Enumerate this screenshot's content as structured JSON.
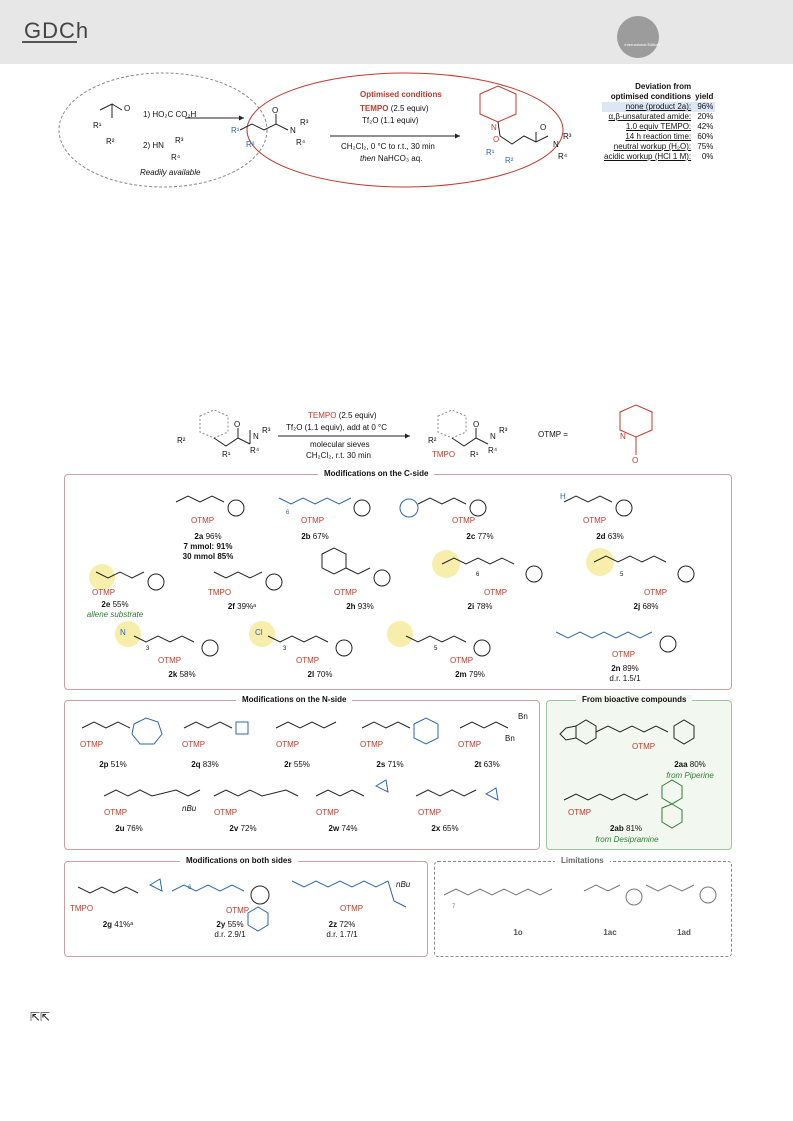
{
  "header": {
    "logo": "GDCh",
    "badge": "International Edition"
  },
  "scheme1": {
    "step1": "1) HO₂C CO₂H",
    "step2": "2) HN",
    "amine_r3": "R³",
    "amine_r4": "R⁴",
    "readily": "Readily available",
    "opt_title": "Optimised conditions",
    "tempo": "TEMPO",
    "tempo_eq": "(2.5 equiv)",
    "tf2o": "Tf₂O (1.1 equiv)",
    "solvent": "CH₂Cl₂, 0 °C to r.t., 30 min",
    "then": "then",
    "workup": "NaHCO₃ aq.",
    "r1": "R¹",
    "r2": "R²",
    "r3": "R³",
    "r4": "R⁴",
    "o": "O",
    "n": "N",
    "deviation": {
      "title1": "Deviation from",
      "title2": "optimised conditions",
      "yield": "yield",
      "rows": [
        {
          "label": "none (product 2a):",
          "value": "96%"
        },
        {
          "label": "α,β-unsaturated amide:",
          "value": "20%"
        },
        {
          "label": "1.0 equiv TEMPO:",
          "value": "42%"
        },
        {
          "label": "14 h reaction time:",
          "value": "60%"
        },
        {
          "label": "neutral workup (H₂O):",
          "value": "75%"
        },
        {
          "label": "acidic workup (HCl 1 M):",
          "value": "0%"
        }
      ]
    }
  },
  "scheme2": {
    "cond1_tempo": "TEMPO",
    "cond1_rest": "(2.5 equiv)",
    "cond2": "Tf₂O (1.1 equiv), add at 0 °C",
    "cond3": "molecular sieves",
    "cond4": "CH₂Cl₂, r.t. 30 min",
    "otmp_eq": "OTMP =",
    "tmpo": "TMPO",
    "r1": "R¹",
    "r2": "R²",
    "r3": "R³",
    "r4": "R⁴",
    "o": "O",
    "n": "N"
  },
  "sections": {
    "c_side": "Modifications on the C-side",
    "n_side": "Modifications on the N-side",
    "bioactive": "From bioactive compounds",
    "both": "Modifications on both sides",
    "limitations": "Limitations"
  },
  "compounds": {
    "c2a": {
      "id": "2a",
      "y": "96%",
      "l2": "7 mmol: 91%",
      "l3": "30 mmol 85%"
    },
    "c2b": {
      "id": "2b",
      "y": "67%"
    },
    "c2c": {
      "id": "2c",
      "y": "77%"
    },
    "c2d": {
      "id": "2d",
      "y": "63%"
    },
    "c2e": {
      "id": "2e",
      "y": "55%",
      "note": "allene substrate"
    },
    "c2f": {
      "id": "2f",
      "y": "39%ᵃ"
    },
    "c2h": {
      "id": "2h",
      "y": "93%"
    },
    "c2i": {
      "id": "2i",
      "y": "78%"
    },
    "c2j": {
      "id": "2j",
      "y": "68%"
    },
    "c2k": {
      "id": "2k",
      "y": "58%"
    },
    "c2l": {
      "id": "2l",
      "y": "70%"
    },
    "c2m": {
      "id": "2m",
      "y": "79%"
    },
    "c2n": {
      "id": "2n",
      "y": "89%",
      "dr": "d.r. 1.5/1"
    },
    "c2p": {
      "id": "2p",
      "y": "51%"
    },
    "c2q": {
      "id": "2q",
      "y": "83%"
    },
    "c2r": {
      "id": "2r",
      "y": "55%"
    },
    "c2s": {
      "id": "2s",
      "y": "71%"
    },
    "c2t": {
      "id": "2t",
      "y": "63%"
    },
    "c2u": {
      "id": "2u",
      "y": "76%"
    },
    "c2v": {
      "id": "2v",
      "y": "72%"
    },
    "c2w": {
      "id": "2w",
      "y": "74%"
    },
    "c2x": {
      "id": "2x",
      "y": "65%"
    },
    "c2aa": {
      "id": "2aa",
      "y": "80%",
      "from": "from Piperine"
    },
    "c2ab": {
      "id": "2ab",
      "y": "81%",
      "from": "from Desipramine"
    },
    "c2g": {
      "id": "2g",
      "y": "41%ᵃ"
    },
    "c2y": {
      "id": "2y",
      "y": "55%",
      "dr": "d.r. 2.9/1"
    },
    "c2z": {
      "id": "2z",
      "y": "72%",
      "dr": "d.r. 1.7/1"
    },
    "c1o": {
      "id": "1o"
    },
    "c1ac": {
      "id": "1ac"
    },
    "c1ad": {
      "id": "1ad"
    }
  },
  "labels": {
    "otmp": "OTMP",
    "tmpo": "TMPO",
    "bn": "Bn",
    "nbu": "nBu",
    "cl": "Cl",
    "n": "N",
    "h": "H",
    "n6": "6",
    "n3": "3",
    "n5": "5",
    "n7": "7"
  },
  "footer": {
    "nav": "⇱⇱"
  }
}
